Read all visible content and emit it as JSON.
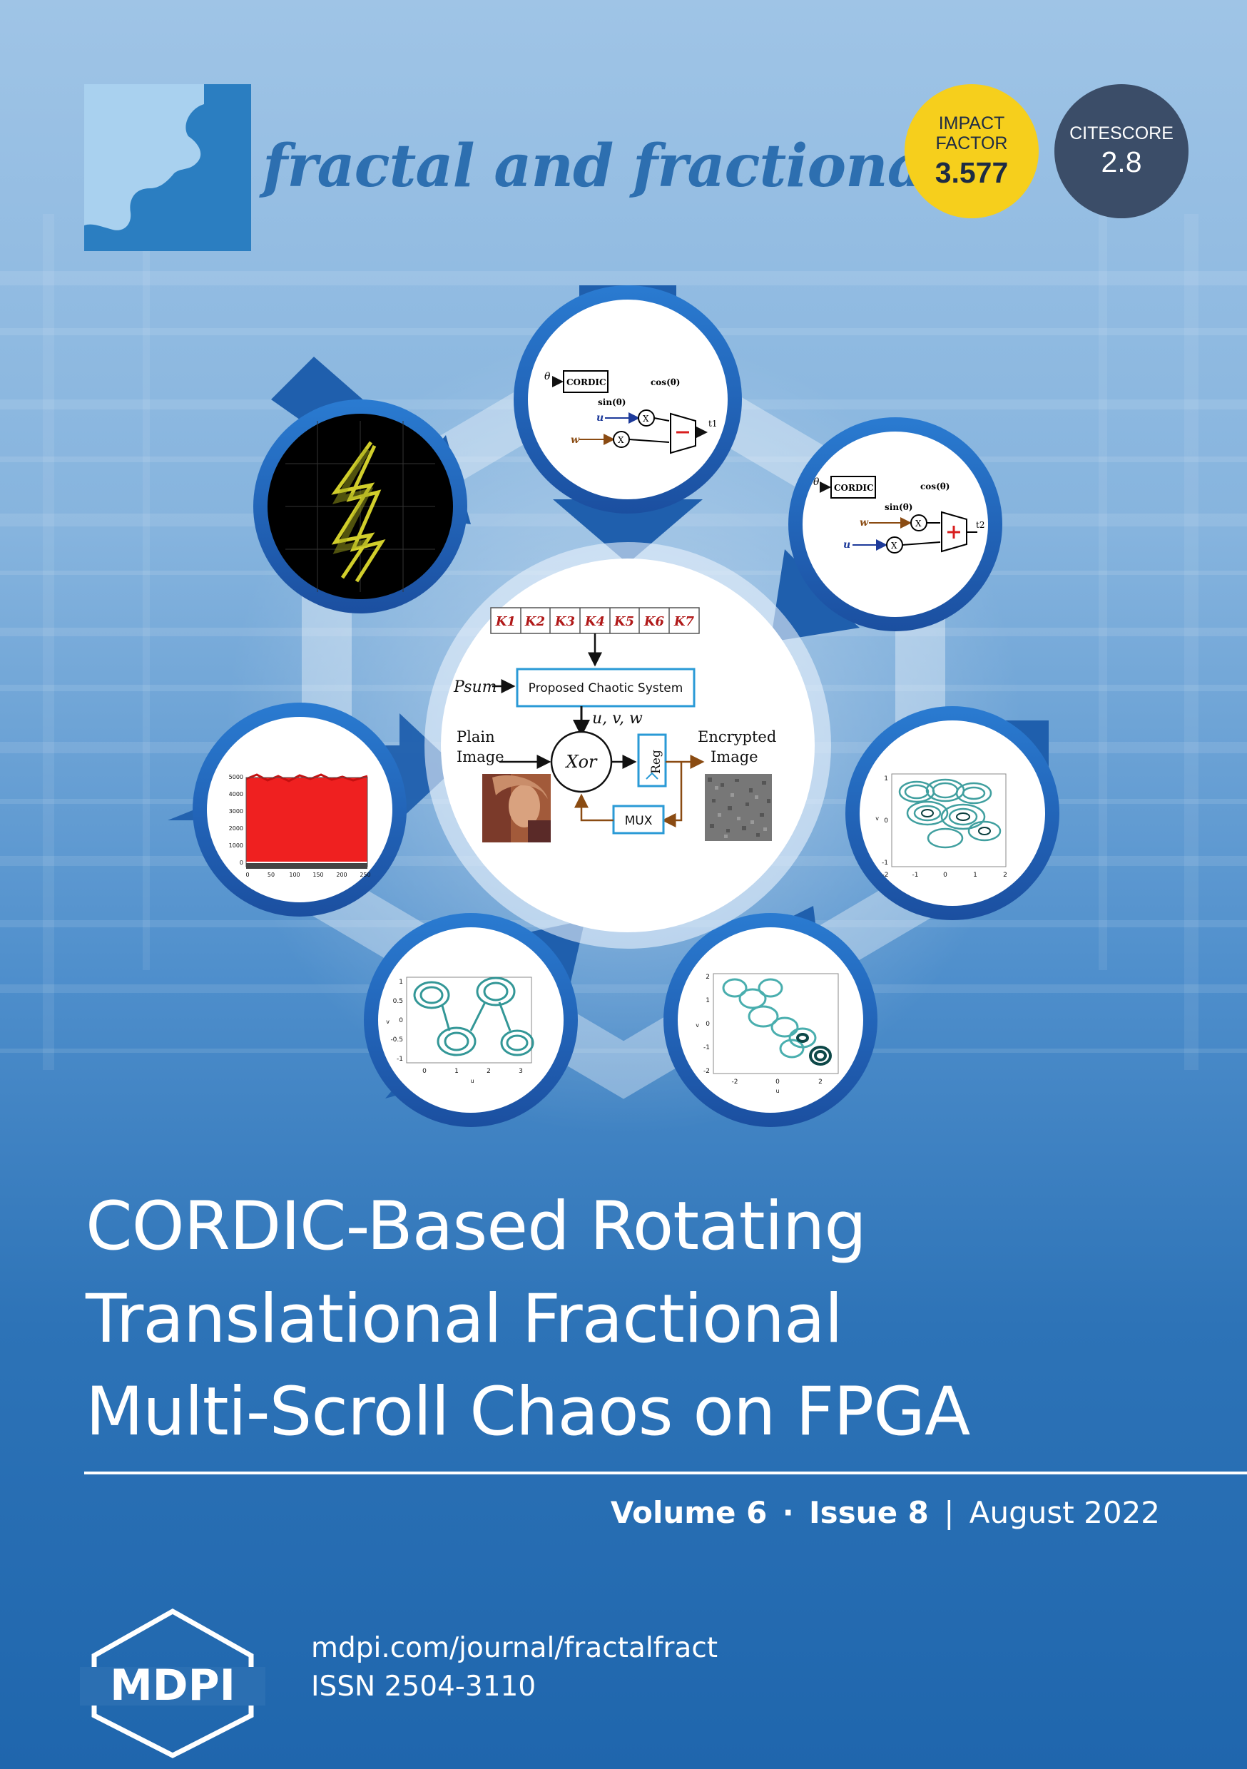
{
  "journal": {
    "name": "fractal and fractional",
    "impact_factor": {
      "label_line1": "IMPACT",
      "label_line2": "FACTOR",
      "value": "3.577"
    },
    "citescore": {
      "label": "CITESCORE",
      "value": "2.8"
    }
  },
  "figure": {
    "top": {
      "theta": "θ",
      "cordic": "CORDIC",
      "cos": "cos(θ)",
      "sin": "sin(θ)",
      "u": "u",
      "w": "w",
      "x": "X",
      "out": "t1"
    },
    "right_top": {
      "theta": "θ",
      "cordic": "CORDIC",
      "cos": "cos(θ)",
      "sin": "sin(θ)",
      "u": "u",
      "w": "w",
      "x": "X",
      "out": "t2"
    },
    "center": {
      "keys": [
        "K1",
        "K2",
        "K3",
        "K4",
        "K5",
        "K6",
        "K7"
      ],
      "psum": "Psum",
      "system": "Proposed Chaotic System",
      "uvw": "u, v, w",
      "plain_line1": "Plain",
      "plain_line2": "Image",
      "xor": "Xor",
      "reg": "Reg",
      "encrypted_line1": "Encrypted",
      "encrypted_line2": "Image",
      "mux": "MUX"
    },
    "histogram": {
      "yticks": [
        "5000",
        "4000",
        "3000",
        "2000",
        "1000",
        "0"
      ],
      "xticks": [
        "0",
        "50",
        "100",
        "150",
        "200",
        "250"
      ]
    },
    "scroll_right": {
      "yticks": [
        "1",
        "0",
        "-1"
      ],
      "xticks": [
        "-2",
        "-1",
        "0",
        "1",
        "2"
      ],
      "ylabel": "v"
    },
    "scroll_bottom_left": {
      "yticks": [
        "1",
        "0.5",
        "0",
        "-0.5",
        "-1"
      ],
      "xticks": [
        "0",
        "1",
        "2",
        "3"
      ],
      "xlabel": "u",
      "ylabel": "v"
    },
    "scroll_bottom_right": {
      "yticks": [
        "2",
        "1",
        "0",
        "-1",
        "-2"
      ],
      "xticks": [
        "-2",
        "0",
        "2"
      ],
      "xlabel": "u",
      "ylabel": "v"
    }
  },
  "cover": {
    "title_lines": [
      "CORDIC-Based Rotating",
      "Translational Fractional",
      "Multi-Scroll Chaos on FPGA"
    ],
    "volume": "Volume 6",
    "dot": "·",
    "issue": "Issue 8",
    "bar": "|",
    "date": "August 2022"
  },
  "publisher": {
    "logo": "MDPI",
    "url": "mdpi.com/journal/fractalfract",
    "issn": "ISSN 2504-3110"
  },
  "colors": {
    "brand_blue": "#2d6fb0",
    "impact_yellow": "#f6cf1c",
    "citescore_slate": "#3b4d68",
    "ring_blue": "#1f5fad"
  }
}
